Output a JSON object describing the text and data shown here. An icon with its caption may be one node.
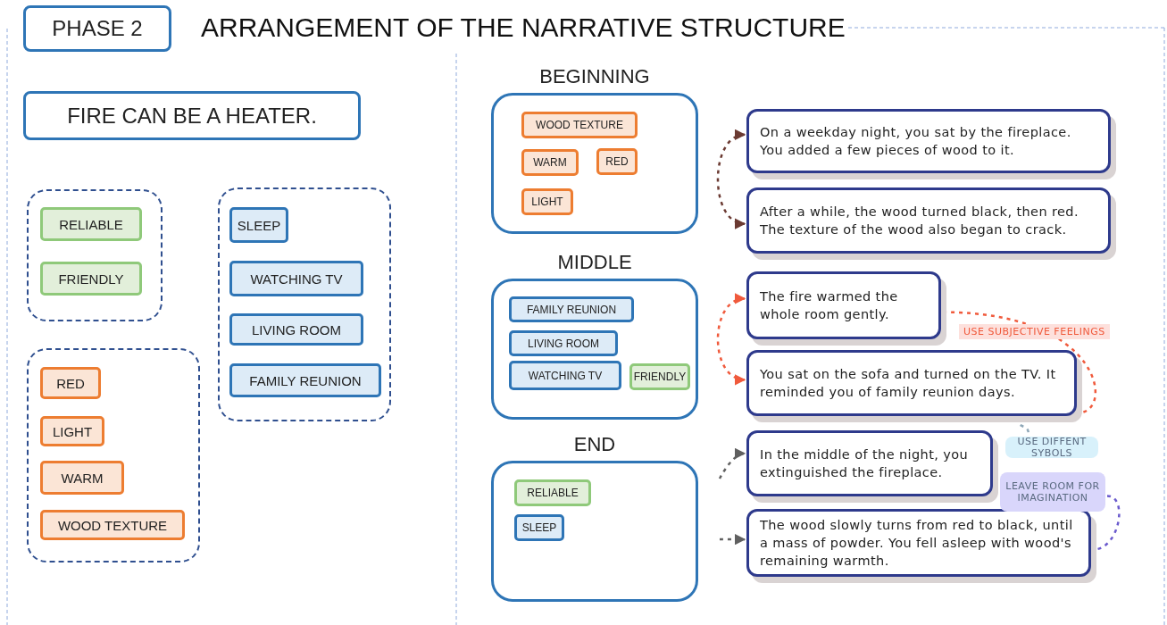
{
  "diagram": {
    "title": "ARRANGEMENT OF THE NARRATIVE STRUCTURE",
    "nodes": [
      {
        "text": [
          "PHASE 2"
        ]
      },
      {
        "text": [
          "FIRE CAN BE A HEATER."
        ]
      },
      {
        "text": [],
        "shape": "box"
      },
      {
        "text": [
          "RELIABLE"
        ],
        "in": 2
      },
      {
        "text": [
          "FRIENDLY"
        ],
        "in": 2
      },
      {
        "text": [],
        "shape": "box"
      },
      {
        "text": [
          "RED"
        ],
        "in": 5
      },
      {
        "text": [
          "LIGHT"
        ],
        "in": 5
      },
      {
        "text": [
          "WARM"
        ],
        "in": 5
      },
      {
        "text": [
          "WOOD TEXTURE"
        ],
        "in": 5
      },
      {
        "text": [],
        "shape": "box"
      },
      {
        "text": [
          "SLEEP"
        ],
        "in": 10
      },
      {
        "text": [
          "WATCHING TV"
        ],
        "in": 10
      },
      {
        "text": [
          "LIVING ROOM"
        ],
        "in": 10
      },
      {
        "text": [
          "FAMILY REUNION"
        ],
        "in": 10
      },
      {
        "text": [
          "BEGINNING"
        ]
      },
      {
        "text": [
          "WOOD TEXTURE"
        ],
        "in": 15
      },
      {
        "text": [
          "WARM"
        ],
        "in": 15
      },
      {
        "text": [
          "RED"
        ],
        "in": 15
      },
      {
        "text": [
          "LIGHT"
        ],
        "in": 15
      },
      {
        "text": [
          "On a weekday night, you sat by the fireplace. You added a few pieces of wood to it."
        ]
      },
      {
        "text": [
          "After a while, the wood turned black, then red. The texture of the wood also began to crack."
        ]
      },
      {
        "text": [
          "MIDDLE"
        ]
      },
      {
        "text": [
          "FAMILY REUNION"
        ],
        "in": 22
      },
      {
        "text": [
          "LIVING ROOM"
        ],
        "in": 22
      },
      {
        "text": [
          "WATCHING TV"
        ],
        "in": 22
      },
      {
        "text": [
          "FRIENDLY"
        ],
        "in": 22
      },
      {
        "text": [
          "The fire warmed the whole room gently."
        ]
      },
      {
        "text": [
          "You sat on the sofa and turned on the TV. It reminded you of family reunion days."
        ]
      },
      {
        "text": [
          "END"
        ]
      },
      {
        "text": [
          "RELIABLE"
        ],
        "in": 29
      },
      {
        "text": [
          "SLEEP"
        ],
        "in": 29
      },
      {
        "text": [
          "In the middle of the night, you extinguished the fireplace."
        ]
      },
      {
        "text": [
          "The wood slowly turns from red to black, until a mass of powder. You fell asleep with wood's remaining warmth."
        ]
      },
      {
        "text": [
          "USE DIFFENT SYBOLS"
        ]
      },
      {
        "text": [
          "LEAVE ROOM FOR IMAGINATION"
        ]
      }
    ],
    "edges": [
      {
        "from": 20,
        "to": 21,
        "arrow": "both",
        "style": "dashed",
        "color": "#6b3a32"
      },
      {
        "from": 27,
        "to": 28,
        "arrow": "both",
        "style": "dashed",
        "color": "#f05a3c"
      },
      {
        "from": 27,
        "to": 28,
        "arrow": "none",
        "label": "USE SUBJECTIVE FEELINGS",
        "style": "dashed",
        "color": "#f05a3c"
      },
      {
        "from": 28,
        "to": 34,
        "arrow": "none",
        "style": "dashed",
        "color": "#8fa8b8"
      },
      {
        "from": null,
        "to": 32,
        "arrow": "to",
        "style": "dashed",
        "color": "#606060"
      },
      {
        "from": 35,
        "to": 33,
        "arrow": "none",
        "style": "dashed",
        "color": "#6a5acd"
      },
      {
        "from": null,
        "to": 33,
        "arrow": "to",
        "style": "dashed",
        "color": "#606060"
      }
    ]
  }
}
